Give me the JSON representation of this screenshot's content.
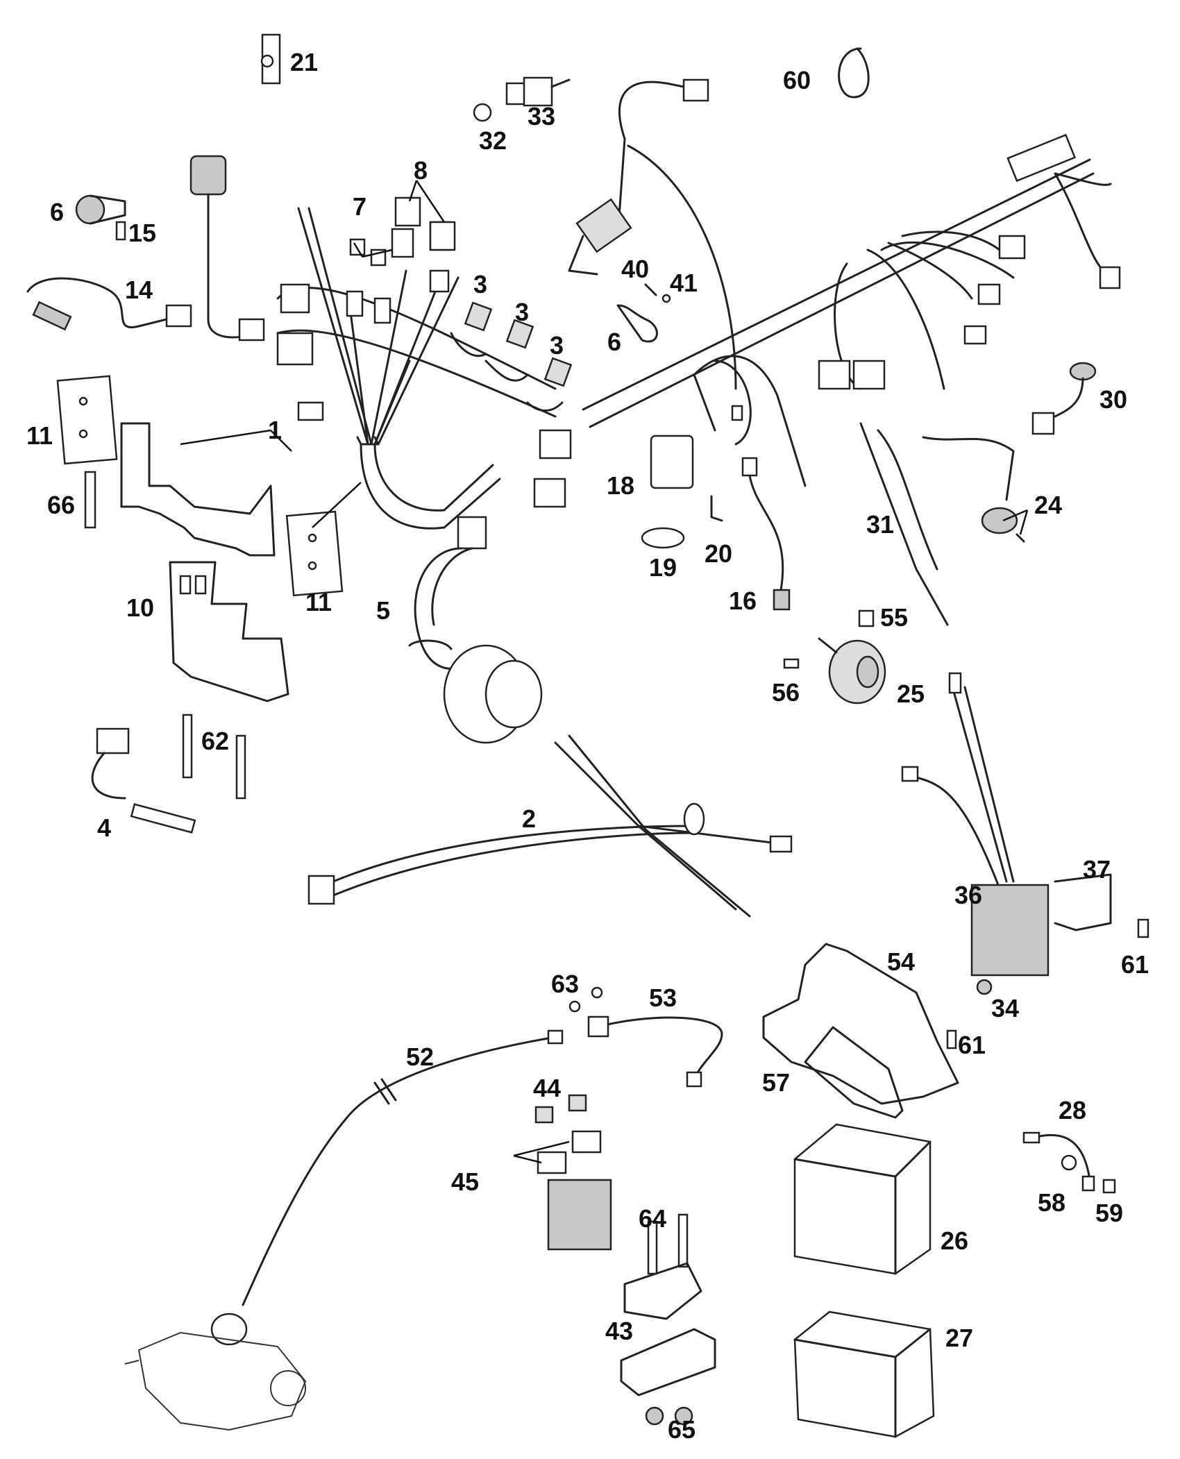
{
  "callouts": [
    "21",
    "60",
    "33",
    "32",
    "8",
    "7",
    "6",
    "15",
    "14",
    "3",
    "3",
    "3",
    "40",
    "41",
    "6",
    "1",
    "11",
    "66",
    "18",
    "19",
    "20",
    "31",
    "24",
    "30",
    "11",
    "10",
    "5",
    "16",
    "55",
    "56",
    "25",
    "62",
    "4",
    "2",
    "37",
    "36",
    "61",
    "54",
    "34",
    "61",
    "63",
    "53",
    "52",
    "44",
    "57",
    "28",
    "45",
    "64",
    "58",
    "59",
    "26",
    "43",
    "27",
    "65"
  ]
}
